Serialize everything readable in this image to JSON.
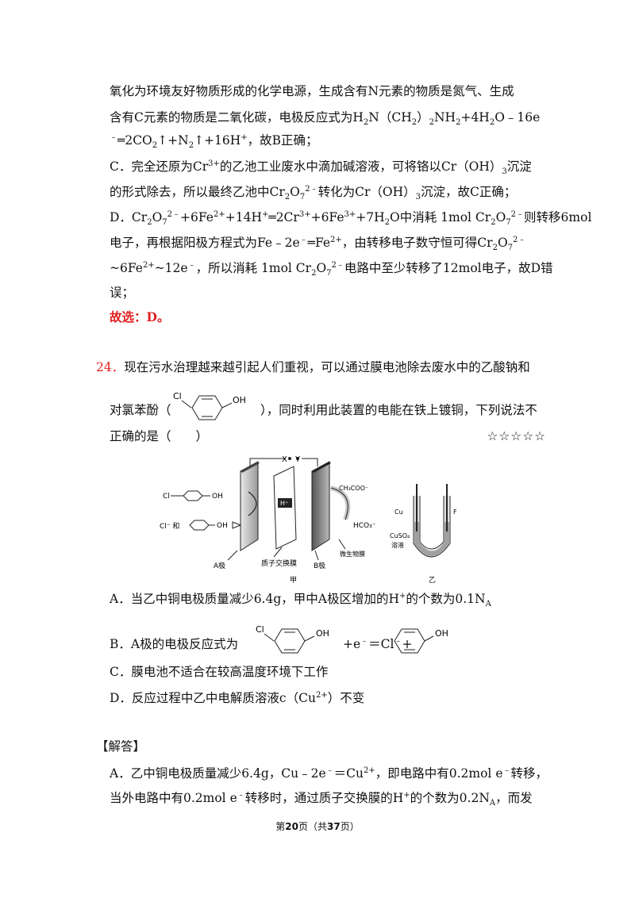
{
  "p1": {
    "l1": "氧化为环境友好物质形成的化学电源，生成含有N元素的物质是氮气、生成",
    "l2a": "含有C元素的物质是二氧化碳，电极反应式为H",
    "l2b": "2",
    "l2c": "N（CH",
    "l2d": "2",
    "l2e": "）",
    "l2f": "2",
    "l2g": "NH",
    "l2h": "2",
    "l2i": "+4H",
    "l2j": "2",
    "l2k": "O﹣16e",
    "l3a": "﹣",
    "l3b": "═2CO",
    "l3c": "2",
    "l3d": "↑+N",
    "l3e": "2",
    "l3f": "↑+16H",
    "l3g": "+",
    "l3h": "，故B正确；"
  },
  "c": {
    "l1a": "C．完全还原为Cr",
    "l1b": "3+",
    "l1c": "的乙池工业废水中滴加碱溶液，可将铬以Cr（OH）",
    "l1d": "3",
    "l1e": "沉淀",
    "l2a": "的形式除去，所以最终乙池中Cr",
    "l2b": "2",
    "l2c": "O",
    "l2d": "7",
    "l2e": "2﹣",
    "l2f": "转化为Cr（OH）",
    "l2g": "3",
    "l2h": "沉淀，故C正确；"
  },
  "d": {
    "l1a": "D．Cr",
    "l1b": "2",
    "l1c": "O",
    "l1d": "7",
    "l1e": "2﹣",
    "l1f": "+6Fe",
    "l1g": "2+",
    "l1h": "+14H",
    "l1i": "+",
    "l1j": "═2Cr",
    "l1k": "3+",
    "l1l": "+6Fe",
    "l1m": "3+",
    "l1n": "+7H",
    "l1o": "2",
    "l1p": "O中消耗 1mol Cr",
    "l1q": "2",
    "l1r": "O",
    "l1s": "7",
    "l1t": "2﹣",
    "l1u": "则转移6mol",
    "l2a": "电子，再根据阳极方程式为Fe﹣2e",
    "l2b": "﹣",
    "l2c": "═Fe",
    "l2d": "2+",
    "l2e": "，由转移电子数守恒可得Cr",
    "l2f": "2",
    "l2g": "O",
    "l2h": "7",
    "l2i": "2﹣",
    "l3a": "~6Fe",
    "l3b": "2+",
    "l3c": "~12e",
    "l3d": "﹣",
    "l3e": "，所以消耗 1mol Cr",
    "l3f": "2",
    "l3g": "O",
    "l3h": "7",
    "l3i": "2﹣",
    "l3j": "电路中至少转移了12mol电子，故D错",
    "l4": "误；"
  },
  "answer": "故选：D。",
  "q24": {
    "num": "24．",
    "l1": "现在污水治理越来越引起人们重视，可以通过膜电池除去废水中的乙酸钠和",
    "l2a": "对氯苯酚（",
    "l2b": "），同时利用此装置的电能在铁上镀铜，下列说法不",
    "l3": "正确的是（　　）",
    "stars": "☆☆☆☆☆",
    "mol_cl": "Cl",
    "mol_oh": "OH"
  },
  "diagram": {
    "x": "X",
    "y": "Y",
    "hplus": "H⁺",
    "cl_oh": "Cl",
    "oh": "OH",
    "cl_minus": "Cl⁻ 和",
    "ch3coo": "CH₃COO⁻",
    "hco3": "HCO₃⁻",
    "a_pole": "A极",
    "membrane": "质子交换膜",
    "b_pole": "B极",
    "microbe": "微生物膜",
    "jia": "甲",
    "cu": "Cu",
    "fe": "Fe",
    "cuso4": "CuSO₄",
    "solution": "溶液",
    "yi": "乙"
  },
  "options": {
    "a1": "A．当乙中铜电极质量减少6.4g，甲中A极区增加的H",
    "a2": "+",
    "a3": "的个数为0.1N",
    "a4": "A",
    "b1": "B．A极的电极反应式为",
    "b2": "+e",
    "b3": "﹣",
    "b4": "＝Cl",
    "b5": "﹣",
    "b6": "+",
    "c": "C．膜电池不适合在较高温度环境下工作",
    "d1": "D．反应过程中乙中电解质溶液c（Cu",
    "d2": "2+",
    "d3": "）不变"
  },
  "solution": {
    "heading": "【解答】",
    "l1a": "A．乙中铜电极质量减少6.4g，Cu﹣2e",
    "l1b": "﹣",
    "l1c": "＝Cu",
    "l1d": "2+",
    "l1e": "，即电路中有0.2mol e",
    "l1f": "﹣",
    "l1g": "转移，",
    "l2a": "当外电路中有0.2mol e",
    "l2b": "﹣",
    "l2c": "转移时，通过质子交换膜的H",
    "l2d": "+",
    "l2e": "的个数为0.2N",
    "l2f": "A",
    "l2g": "，而发"
  },
  "footer": {
    "a": "第",
    "page": "20",
    "b": "页（共",
    "total": "37",
    "c": "页）"
  }
}
